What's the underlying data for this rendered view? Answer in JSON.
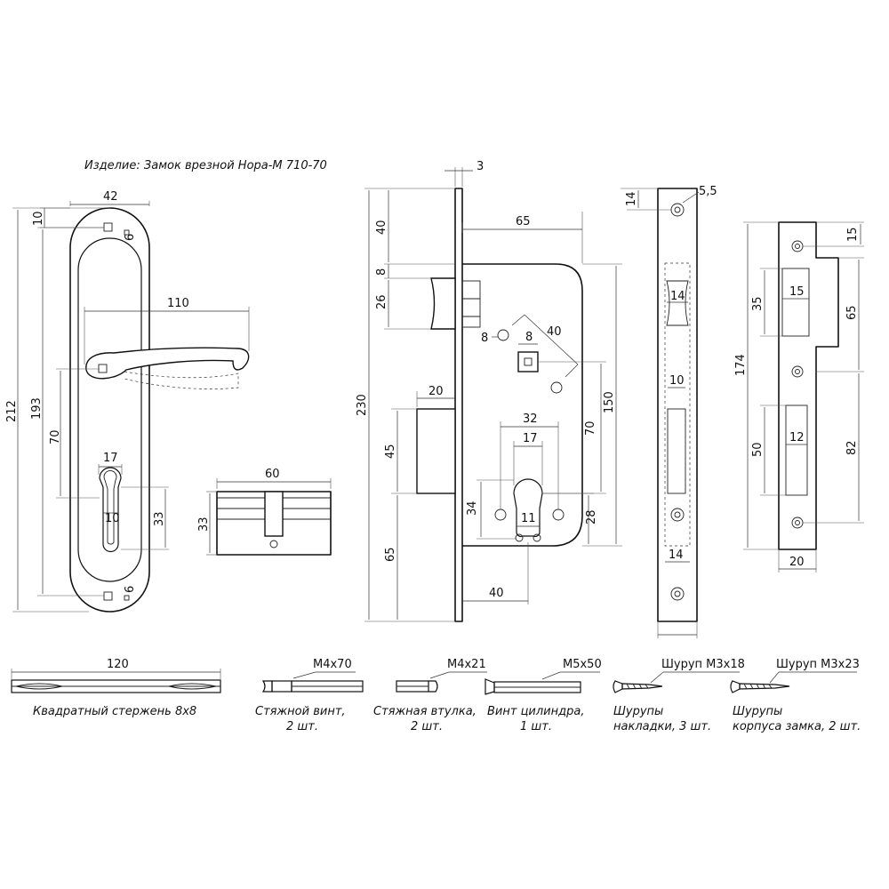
{
  "title": "Изделие: Замок врезной Нора-М 710-70",
  "handle": {
    "width": "42",
    "top_gap": "10",
    "top_small": "6",
    "bottom_small": "6",
    "height_total": "212",
    "height_inner": "193",
    "lever_length": "110",
    "lever_to_cyl": "70",
    "cyl_width": "17",
    "cyl_pin": "10",
    "cyl_height": "33"
  },
  "cylinder": {
    "length": "60",
    "height": "33"
  },
  "lock_body": {
    "faceplate_thickness": "3",
    "depth": "65",
    "top_to_latch": "40",
    "latch_gap": "8",
    "latch_height": "26",
    "total_height": "230",
    "spindle_hole": "8",
    "spindle_square": "8",
    "screw_offset": "40",
    "bolt_width": "20",
    "bolt_height": "45",
    "bolt_to_bottom": "65",
    "case_height": "150",
    "center_distance": "70",
    "cyl_spacing": "32",
    "cyl_width": "17",
    "cyl_height": "34",
    "cyl_pin": "11",
    "cyl_to_bottom": "28",
    "backset": "40"
  },
  "faceplate": {
    "top_offset": "14",
    "hole": "5,5",
    "latch_width": "14",
    "bolt_width": "10",
    "bottom_width": "14"
  },
  "strike": {
    "top_offset": "15",
    "height_total": "174",
    "latch_height": "35",
    "latch_width": "15",
    "upper_span": "65",
    "bolt_height": "50",
    "bolt_width": "12",
    "lower_span": "82",
    "width": "20"
  },
  "parts": [
    {
      "size": "120",
      "caption_1": "Квадратный стержень 8х8",
      "caption_2": ""
    },
    {
      "size": "М4х70",
      "caption_1": "Стяжной винт,",
      "caption_2": "2 шт."
    },
    {
      "size": "М4х21",
      "caption_1": "Стяжная втулка,",
      "caption_2": "2 шт."
    },
    {
      "size": "М5х50",
      "caption_1": "Винт цилиндра,",
      "caption_2": "1 шт."
    },
    {
      "size": "Шуруп М3х18",
      "caption_1": "Шурупы",
      "caption_2": "накладки, 3 шт."
    },
    {
      "size": "Шуруп М3х23",
      "caption_1": "Шурупы",
      "caption_2": "корпуса замка, 2 шт."
    }
  ]
}
